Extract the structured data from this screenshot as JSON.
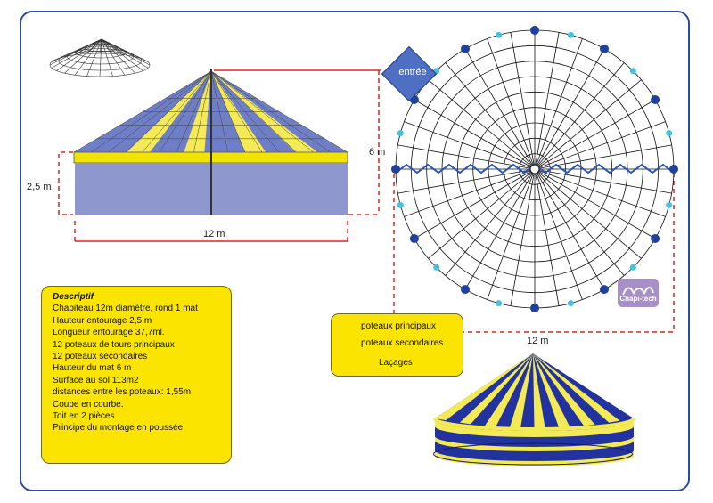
{
  "descriptif": {
    "title": "Descriptif",
    "lines": [
      "Chapiteau 12m diamètre, rond 1 mat",
      "Hauteur entourage 2,5 m",
      "Longueur entourage 37,7ml.",
      "12 poteaux de tours principaux",
      "12 poteaux secondaires",
      "Hauteur du mat 6 m",
      "Surface au sol 113m2",
      "distances entre les poteaux: 1,55m",
      "Coupe en courbe.",
      "Toit en 2 pièces",
      "Principe du montage en poussée"
    ]
  },
  "dimensions": {
    "wall_height": "2,5 m",
    "mast_height": "6 m",
    "width_side": "12 m",
    "width_plan": "12 m"
  },
  "entrance_label": "entrée",
  "legend": {
    "main_posts": "poteaux principaux",
    "secondary_posts": "poteaux secondaires",
    "lacing": "Laçages"
  },
  "logo_text": "Chapi-tech",
  "colors": {
    "frame": "#2e4a9e",
    "canvas_blue": "#8e98cf",
    "roof_blue": "#6f7fc7",
    "stripe_yellow": "#f4ea55",
    "box_yellow": "#fbe400",
    "dimension_red": "#e2231a",
    "main_post": "#20409a",
    "secondary_post": "#43c3dc",
    "tent_blue": "#2233a0"
  }
}
